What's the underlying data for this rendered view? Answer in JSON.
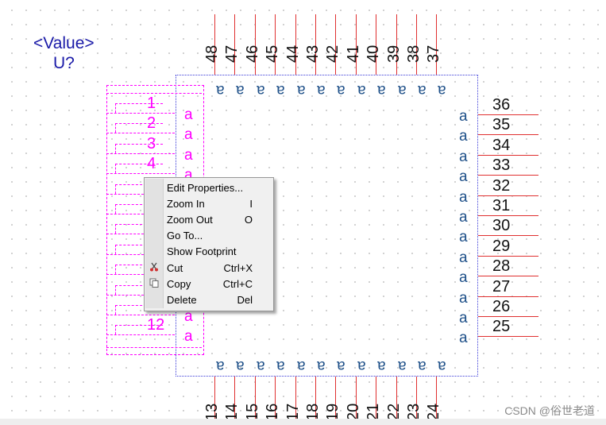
{
  "component": {
    "value_label": "<Value>",
    "ref_label": "U?"
  },
  "pin_letter": "a",
  "pins_top": [
    "48",
    "47",
    "46",
    "45",
    "44",
    "43",
    "42",
    "41",
    "40",
    "39",
    "38",
    "37"
  ],
  "pins_right": [
    "36",
    "35",
    "34",
    "33",
    "32",
    "31",
    "30",
    "29",
    "28",
    "27",
    "26",
    "25"
  ],
  "pins_bottom": [
    "13",
    "14",
    "15",
    "16",
    "17",
    "18",
    "19",
    "20",
    "21",
    "22",
    "23",
    "24"
  ],
  "pins_left_visible": [
    "1",
    "2",
    "3",
    "4",
    "12"
  ],
  "context_menu": {
    "items": [
      {
        "label": "Edit Properties...",
        "shortcut": ""
      },
      {
        "label": "Zoom In",
        "shortcut": "I"
      },
      {
        "label": "Zoom Out",
        "shortcut": "O"
      },
      {
        "label": "Go To...",
        "shortcut": ""
      },
      {
        "label": "Show Footprint",
        "shortcut": ""
      },
      {
        "label": "Cut",
        "shortcut": "Ctrl+X",
        "icon": "scissors-icon"
      },
      {
        "label": "Copy",
        "shortcut": "Ctrl+C",
        "icon": "copy-icon"
      },
      {
        "label": "Delete",
        "shortcut": "Del"
      }
    ]
  },
  "watermark": "CSDN @俗世老道",
  "colors": {
    "pin_line": "#e03030",
    "selection": "#ff00ff",
    "body_outline": "#3a3ad8",
    "pin_name": "#1d4f88",
    "component_text": "#1a1aa8"
  }
}
